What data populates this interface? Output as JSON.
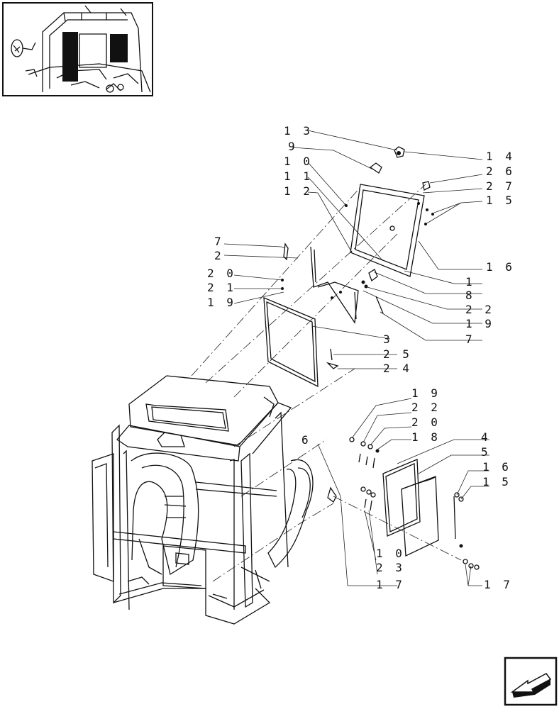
{
  "callouts": [
    {
      "id": "c13a",
      "text": "1 3"
    },
    {
      "id": "c9a",
      "text": "9"
    },
    {
      "id": "c10a",
      "text": "1 0"
    },
    {
      "id": "c11a",
      "text": "1 1"
    },
    {
      "id": "c12a",
      "text": "1 2"
    },
    {
      "id": "c14a",
      "text": "1 4"
    },
    {
      "id": "c26a",
      "text": "2 6"
    },
    {
      "id": "c27a",
      "text": "2 7"
    },
    {
      "id": "c15a",
      "text": "1 5"
    },
    {
      "id": "c7a",
      "text": "7"
    },
    {
      "id": "c2a",
      "text": "2"
    },
    {
      "id": "c20a",
      "text": "2 0"
    },
    {
      "id": "c21a",
      "text": "2 1"
    },
    {
      "id": "c19a",
      "text": "1 9"
    },
    {
      "id": "c16a",
      "text": "1 6"
    },
    {
      "id": "c1a",
      "text": "1"
    },
    {
      "id": "c8a",
      "text": "8"
    },
    {
      "id": "c22a",
      "text": "2 2"
    },
    {
      "id": "c19b",
      "text": "1 9"
    },
    {
      "id": "c7b",
      "text": "7"
    },
    {
      "id": "c3a",
      "text": "3"
    },
    {
      "id": "c25a",
      "text": "2 5"
    },
    {
      "id": "c24a",
      "text": "2 4"
    },
    {
      "id": "c19c",
      "text": "1 9"
    },
    {
      "id": "c22b",
      "text": "2 2"
    },
    {
      "id": "c20b",
      "text": "2 0"
    },
    {
      "id": "c18a",
      "text": "1 8"
    },
    {
      "id": "c6a",
      "text": "6"
    },
    {
      "id": "c4a",
      "text": "4"
    },
    {
      "id": "c5a",
      "text": "5"
    },
    {
      "id": "c16b",
      "text": "1 6"
    },
    {
      "id": "c15b",
      "text": "1 5"
    },
    {
      "id": "c10b",
      "text": "1 0"
    },
    {
      "id": "c23a",
      "text": "2 3"
    },
    {
      "id": "c17a",
      "text": "1 7"
    },
    {
      "id": "c17b",
      "text": "1 7"
    }
  ],
  "icons": {
    "thumbnail": "tractor-cab-thumbnail-icon",
    "navigation": "next-page-arrow-icon"
  }
}
